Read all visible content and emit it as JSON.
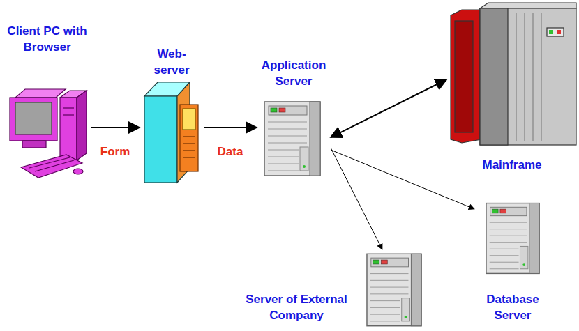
{
  "diagram": {
    "nodes": [
      {
        "text": [
          "Client PC with Browser"
        ]
      },
      {
        "text": [
          "Web-server"
        ]
      },
      {
        "text": [
          "Application Server"
        ]
      },
      {
        "text": [
          "Mainframe"
        ]
      },
      {
        "text": [
          "Database Server"
        ]
      },
      {
        "text": [
          "Server of External Company"
        ]
      }
    ],
    "edges": [
      {
        "from": 0,
        "to": 1,
        "label": "Form",
        "arrow": "to"
      },
      {
        "from": 1,
        "to": 2,
        "label": "Data",
        "arrow": "to"
      },
      {
        "from": 2,
        "to": 3,
        "arrow": "both"
      },
      {
        "from": 2,
        "to": 5,
        "arrow": "to"
      },
      {
        "from": 2,
        "to": 4,
        "arrow": "to"
      }
    ]
  }
}
